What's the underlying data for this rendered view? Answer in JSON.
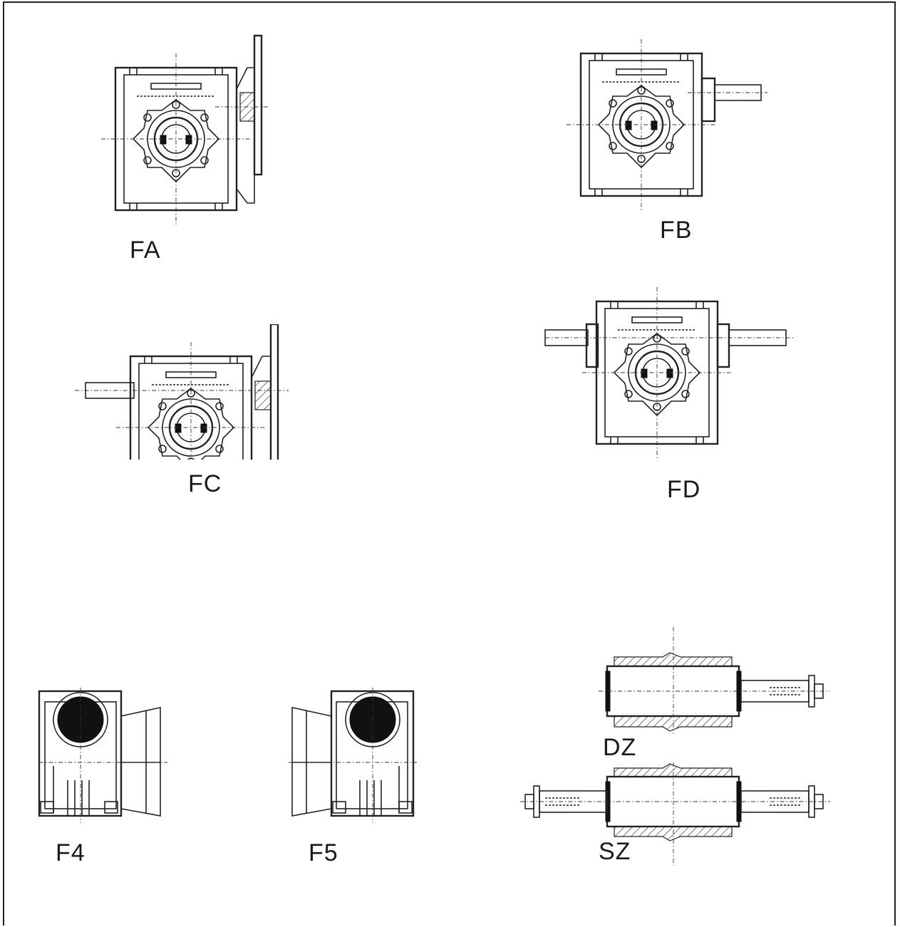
{
  "labels": {
    "fa": "FA",
    "fb": "FB",
    "fc": "FC",
    "fd": "FD",
    "f4": "F4",
    "f5": "F5",
    "dz": "DZ",
    "sz": "SZ"
  },
  "colors": {
    "line": "#222222",
    "background": "#ffffff"
  }
}
